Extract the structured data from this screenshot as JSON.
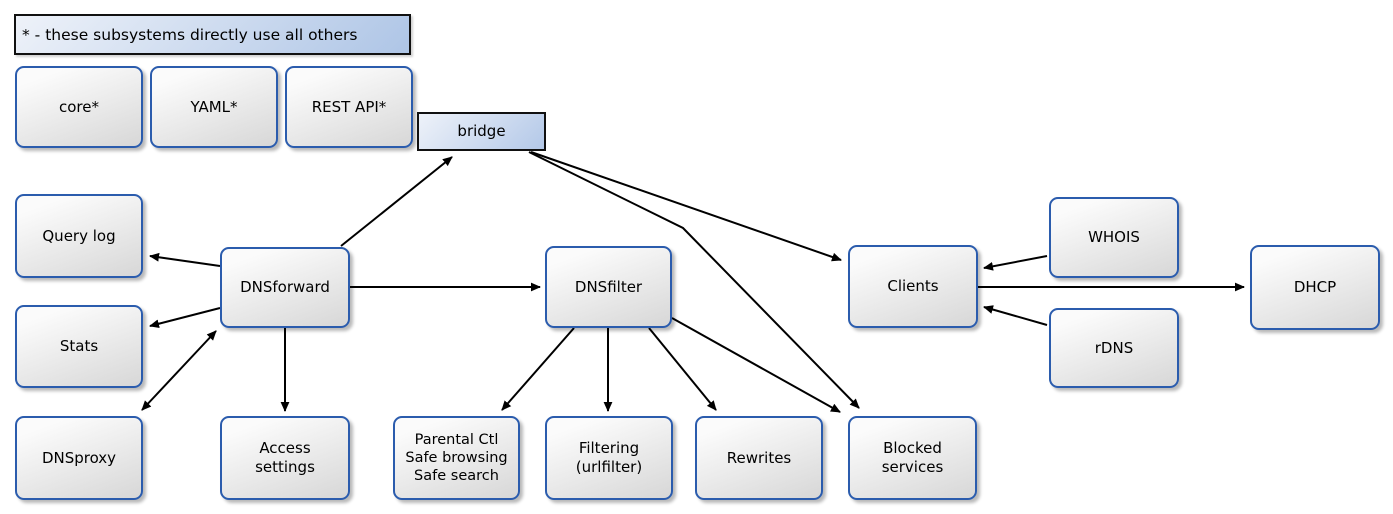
{
  "legend": {
    "text": "* - these subsystems directly use all others"
  },
  "nodes": {
    "core": {
      "label": "core*"
    },
    "yaml": {
      "label": "YAML*"
    },
    "rest_api": {
      "label": "REST API*"
    },
    "bridge": {
      "label": "bridge"
    },
    "query_log": {
      "label": "Query log"
    },
    "stats": {
      "label": "Stats"
    },
    "dnsproxy": {
      "label": "DNSproxy"
    },
    "dnsforward": {
      "label": "DNSforward"
    },
    "access_settings": {
      "label": "Access\nsettings"
    },
    "dnsfilter": {
      "label": "DNSfilter"
    },
    "parental": {
      "label": "Parental Ctl\nSafe browsing\nSafe search"
    },
    "filtering": {
      "label": "Filtering\n(urlfilter)"
    },
    "rewrites": {
      "label": "Rewrites"
    },
    "blocked_services": {
      "label": "Blocked\nservices"
    },
    "clients": {
      "label": "Clients"
    },
    "whois": {
      "label": "WHOIS"
    },
    "rdns": {
      "label": "rDNS"
    },
    "dhcp": {
      "label": "DHCP"
    }
  },
  "edges": [
    {
      "from": "DNSforward",
      "to": "bridge",
      "bidirectional": false
    },
    {
      "from": "bridge",
      "to": "Clients",
      "bidirectional": false
    },
    {
      "from": "bridge",
      "to": "Blocked services",
      "bidirectional": false
    },
    {
      "from": "DNSforward",
      "to": "Query log",
      "bidirectional": false
    },
    {
      "from": "DNSforward",
      "to": "Stats",
      "bidirectional": false
    },
    {
      "from": "DNSforward",
      "to": "DNSproxy",
      "bidirectional": true
    },
    {
      "from": "DNSforward",
      "to": "DNSfilter",
      "bidirectional": false
    },
    {
      "from": "DNSforward",
      "to": "Access settings",
      "bidirectional": false
    },
    {
      "from": "DNSfilter",
      "to": "Parental Ctl Safe browsing Safe search",
      "bidirectional": false
    },
    {
      "from": "DNSfilter",
      "to": "Filtering (urlfilter)",
      "bidirectional": false
    },
    {
      "from": "DNSfilter",
      "to": "Rewrites",
      "bidirectional": false
    },
    {
      "from": "DNSfilter",
      "to": "Blocked services",
      "bidirectional": false
    },
    {
      "from": "WHOIS",
      "to": "Clients",
      "bidirectional": false
    },
    {
      "from": "rDNS",
      "to": "Clients",
      "bidirectional": false
    },
    {
      "from": "Clients",
      "to": "DHCP",
      "bidirectional": false
    }
  ],
  "colors": {
    "node_border": "#2b5cad",
    "node_fill_top": "#fbfbfb",
    "node_fill_bottom": "#d7d7d7",
    "highlight_fill": "#b3c8e8",
    "highlight_border": "#111111",
    "arrow": "#000000",
    "background": "#ffffff"
  }
}
